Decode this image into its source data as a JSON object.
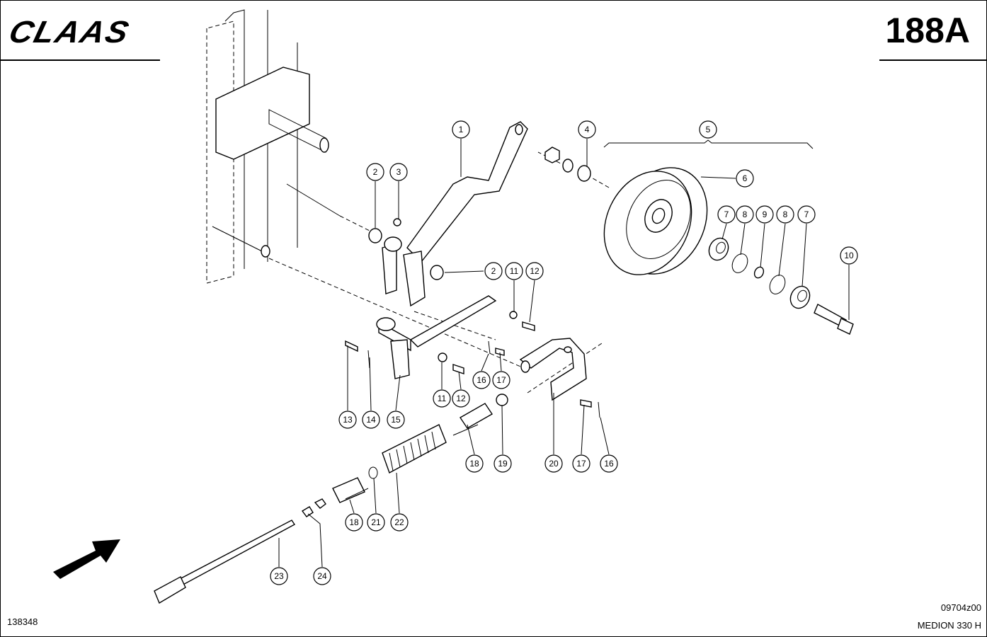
{
  "header": {
    "brand": "CLAAS",
    "page_code": "188A"
  },
  "footer": {
    "left_id": "138348",
    "drawing_id": "09704z00",
    "model": "MEDION 330 H"
  },
  "callouts": [
    "1",
    "2",
    "3",
    "4",
    "5",
    "6",
    "7",
    "8",
    "9",
    "8",
    "7",
    "10",
    "2",
    "11",
    "12",
    "13",
    "14",
    "15",
    "11",
    "12",
    "16",
    "17",
    "18",
    "19",
    "20",
    "17",
    "16",
    "18",
    "21",
    "22",
    "23",
    "24"
  ],
  "icons": {
    "direction_arrow": "arrow-icon",
    "brand_mark": "claas-logo"
  }
}
